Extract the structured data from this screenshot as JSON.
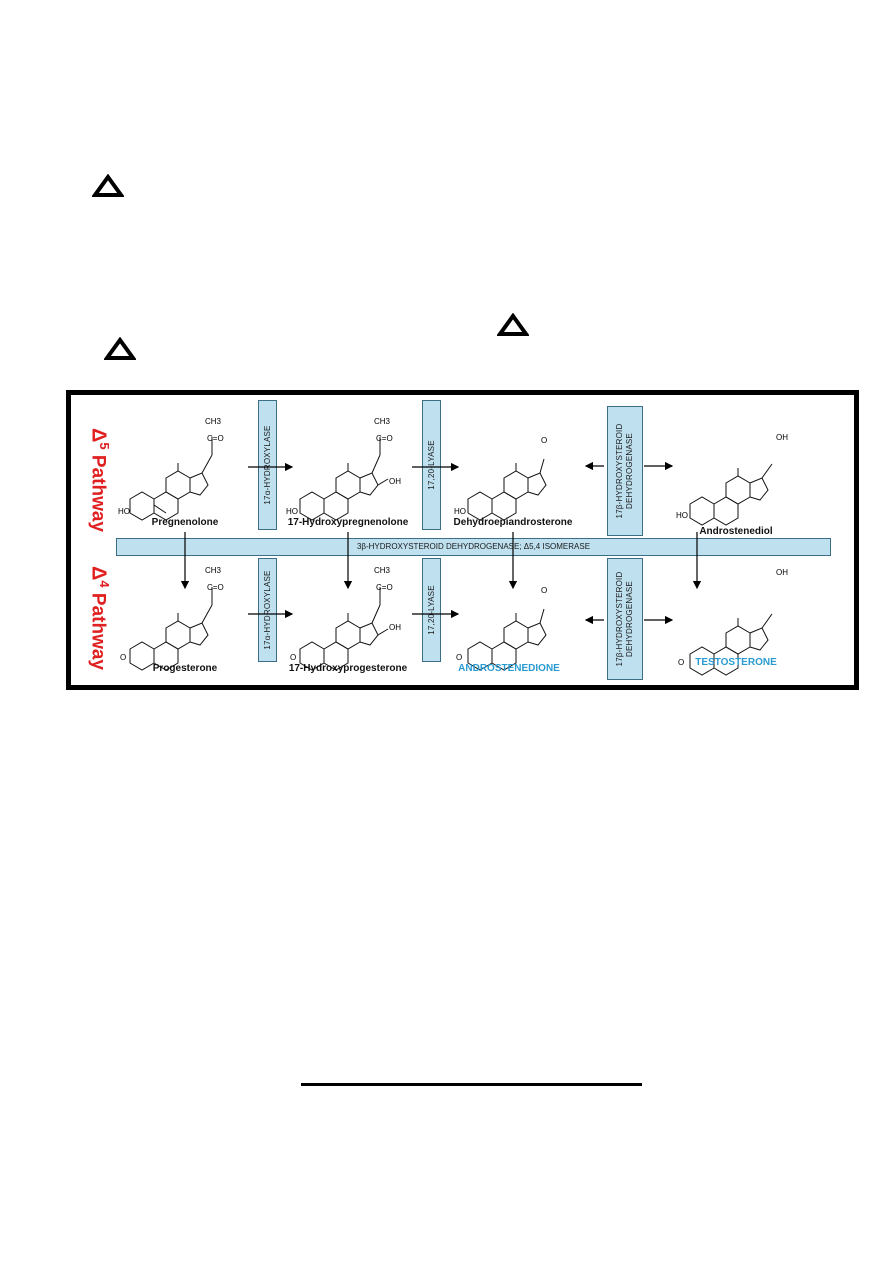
{
  "diagram": {
    "pathways": {
      "delta5": {
        "symbol": "Δ",
        "superscript": "5",
        "label": "Pathway"
      },
      "delta4": {
        "symbol": "Δ",
        "superscript": "4",
        "label": "Pathway"
      }
    },
    "enzymes": {
      "hydroxylase_top": "17α-HYDROXYLASE",
      "hydroxylase_bottom": "17α-HYDROXYLASE",
      "lyase_top": "17,20-LYASE",
      "lyase_bottom": "17,20-LYASE",
      "hsd17_top": "17β-HYDROXYSTEROID DEHYDROGENASE",
      "hsd17_bottom": "17β-HYDROXYSTEROID DEHYDROGENASE",
      "hsd3": "3β-HYDROXYSTEROID DEHYDROGENASE; Δ5,4 ISOMERASE"
    },
    "molecules": {
      "pregnenolone": "Pregnenolone",
      "hydroxypregnenolone": "17-Hydroxypregnenolone",
      "dhea": "Dehydroepiandrosterone",
      "androstenediol": "Androstenediol",
      "progesterone": "Progesterone",
      "hydroxyprogesterone": "17-Hydroxyprogesterone",
      "androstenedione": "ANDROSTENEDIONE",
      "testosterone": "TESTOSTERONE"
    },
    "atom_labels": {
      "ho": "HO",
      "oh": "OH",
      "o": "O",
      "ch3": "CH3",
      "co": "C=O"
    }
  },
  "colors": {
    "pathway_label": "#e02020",
    "enzyme_bar": "#bfe0ef",
    "highlight_text": "#2a9bd1"
  }
}
